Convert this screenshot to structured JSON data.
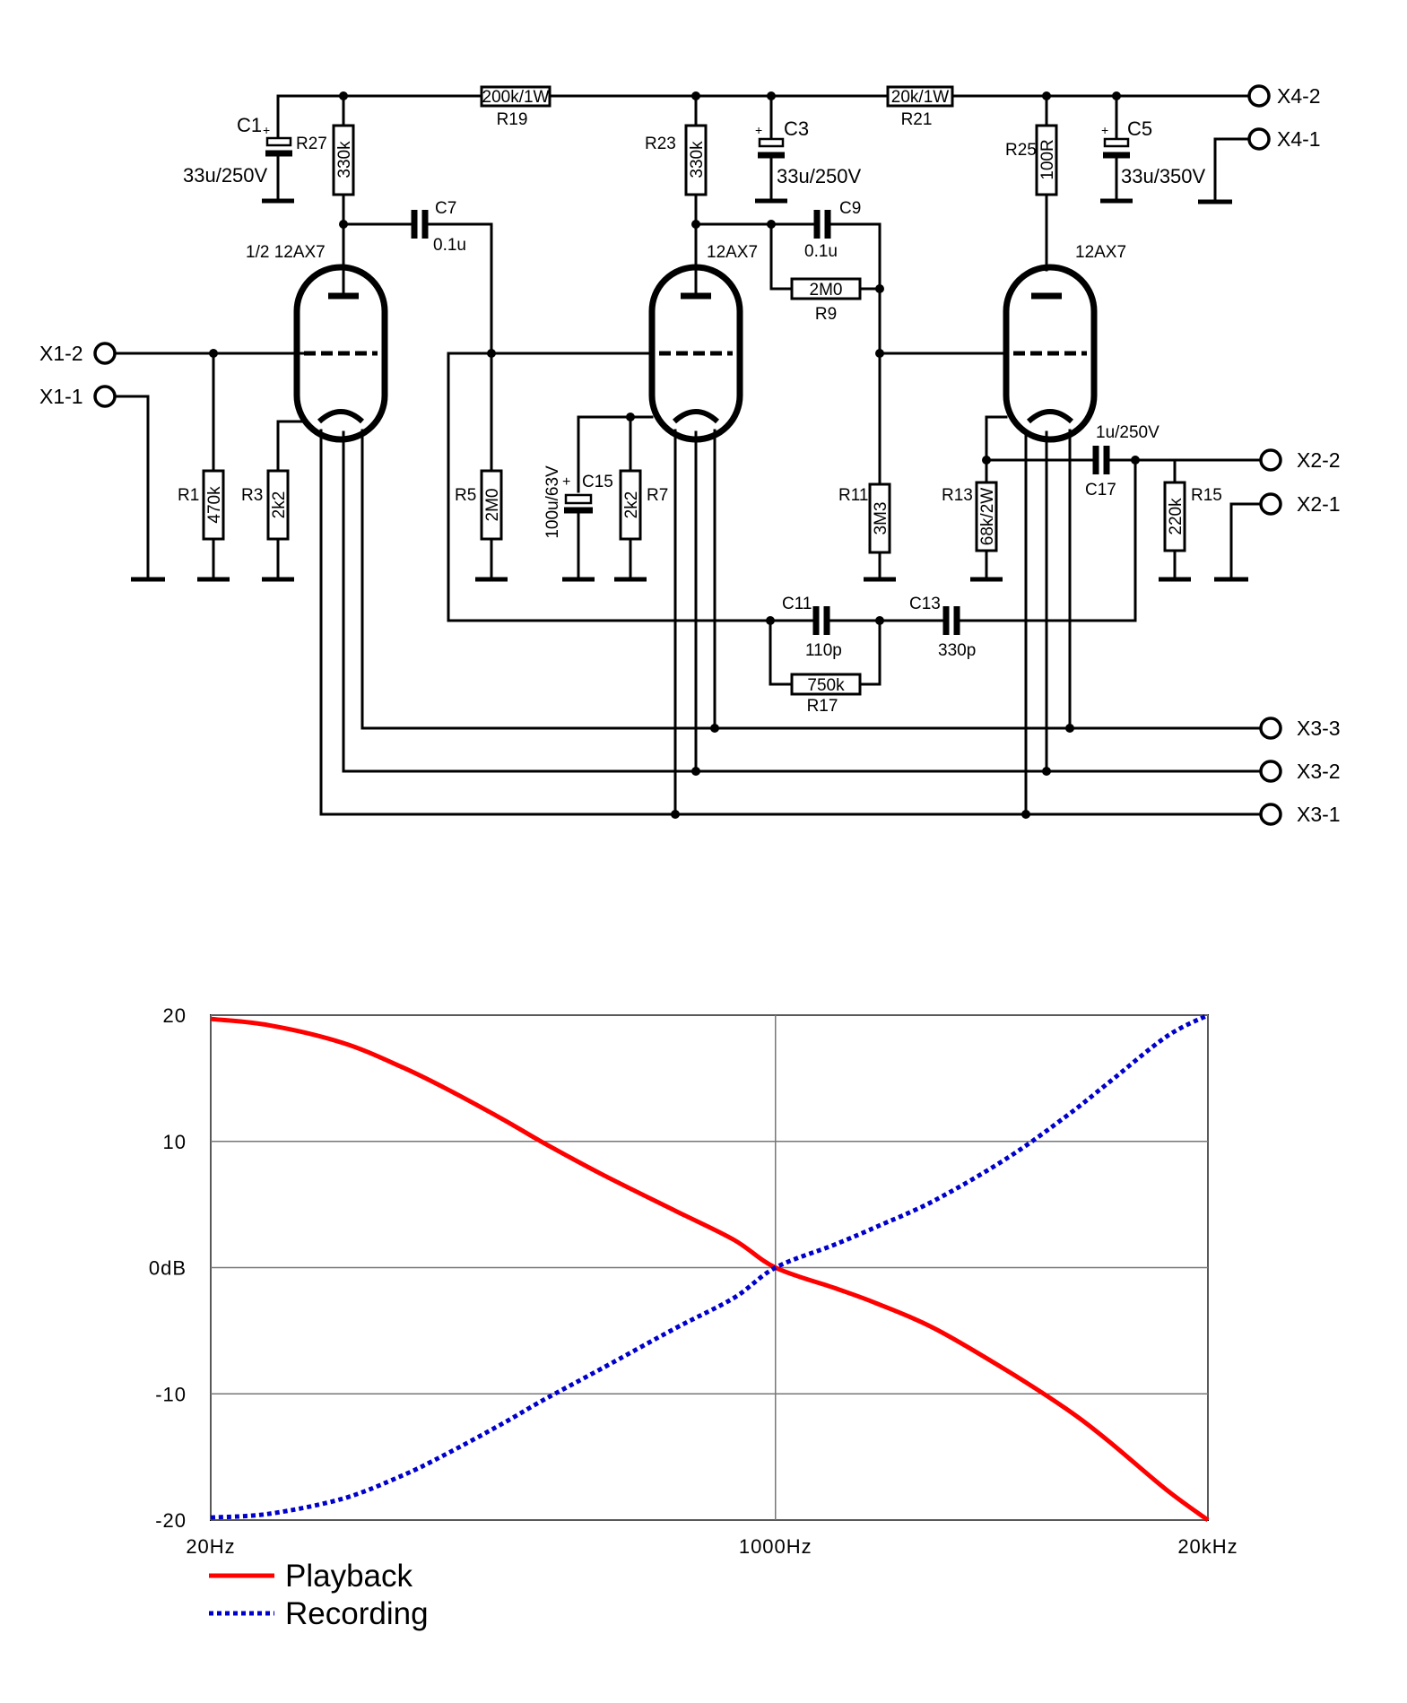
{
  "schematic": {
    "components": {
      "C1": "C1",
      "C1_value": "33u/250V",
      "C3": "C3",
      "C3_value": "33u/250V",
      "C5": "C5",
      "C5_value": "33u/350V",
      "C7": "C7",
      "C7_value": "0.1u",
      "C9": "C9",
      "C9_value": "0.1u",
      "C11": "C11",
      "C11_value": "110p",
      "C13": "C13",
      "C13_value": "330p",
      "C15": "C15",
      "C15_value": "100u/63V",
      "C17": "C17",
      "C17_value": "1u/250V",
      "R1": "R1",
      "R1_value": "470k",
      "R3": "R3",
      "R3_value": "2k2",
      "R5": "R5",
      "R5_value": "2M0",
      "R7": "R7",
      "R7_value": "2k2",
      "R9": "R9",
      "R9_value": "2M0",
      "R11": "R11",
      "R11_value": "3M3",
      "R13": "R13",
      "R13_value": "68k/2W",
      "R15": "R15",
      "R15_value": "220k",
      "R17": "R17",
      "R17_value": "750k",
      "R19": "R19",
      "R19_value": "200k/1W",
      "R21": "R21",
      "R21_value": "20k/1W",
      "R23": "R23",
      "R23_value": "330k",
      "R25": "R25",
      "R25_value": "100R",
      "R27": "R27",
      "R27_value": "330k",
      "V1": "1/2 12AX7",
      "V2": "12AX7",
      "V3": "12AX7",
      "plus": "+"
    },
    "terminals": {
      "X1_2": "X1-2",
      "X1_1": "X1-1",
      "X2_2": "X2-2",
      "X2_1": "X2-1",
      "X3_3": "X3-3",
      "X3_2": "X3-2",
      "X3_1": "X3-1",
      "X4_2": "X4-2",
      "X4_1": "X4-1"
    }
  },
  "chart_data": {
    "type": "line",
    "x_scale": "log",
    "x_ticks": [
      {
        "value": 20,
        "label": "20Hz"
      },
      {
        "value": 1000,
        "label": "1000Hz"
      },
      {
        "value": 20000,
        "label": "20kHz"
      }
    ],
    "y_ticks": [
      {
        "value": 20,
        "label": "20"
      },
      {
        "value": 10,
        "label": "10"
      },
      {
        "value": 0,
        "label": "0dB"
      },
      {
        "value": -10,
        "label": "-10"
      },
      {
        "value": -20,
        "label": "-20"
      }
    ],
    "xlim": [
      20,
      20000
    ],
    "ylim": [
      -20,
      20
    ],
    "grid": true,
    "legend_position": "bottom-left",
    "series": [
      {
        "name": "Playback",
        "color": "#ff0000",
        "style": "solid",
        "x": [
          20,
          30,
          50,
          75,
          100,
          150,
          200,
          300,
          500,
          750,
          1000,
          1500,
          2000,
          3000,
          5000,
          7500,
          10000,
          15000,
          20000
        ],
        "y": [
          19.7,
          19.2,
          17.8,
          15.9,
          14.3,
          11.8,
          9.9,
          7.4,
          4.5,
          2.2,
          0,
          -1.6,
          -2.8,
          -4.8,
          -8.2,
          -11.2,
          -13.7,
          -17.6,
          -20
        ]
      },
      {
        "name": "Recording",
        "color": "#0000cc",
        "style": "dotted",
        "x": [
          20,
          30,
          50,
          75,
          100,
          150,
          200,
          300,
          500,
          750,
          1000,
          1500,
          2000,
          3000,
          5000,
          7500,
          10000,
          15000,
          20000
        ],
        "y": [
          -19.8,
          -19.5,
          -18.3,
          -16.5,
          -14.9,
          -12.4,
          -10.5,
          -8,
          -4.8,
          -2.4,
          0,
          1.8,
          3.2,
          5.3,
          8.7,
          12,
          14.6,
          18.3,
          20
        ]
      }
    ]
  }
}
